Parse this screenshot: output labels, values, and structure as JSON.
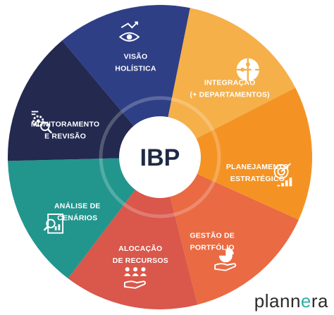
{
  "center": {
    "label": "IBP"
  },
  "segments": [
    {
      "id": "visao",
      "lines": [
        "VISÃO",
        "HOLÍSTICA"
      ],
      "color": "#2f3f86",
      "icon": "chart-eye-icon"
    },
    {
      "id": "integracao",
      "lines": [
        "INTEGRAÇÃO",
        "(+ DEPARTAMENTOS)"
      ],
      "color": "#f5b04a",
      "icon": "puzzle-icon"
    },
    {
      "id": "planejamento",
      "lines": [
        "PLANEJAMENTO",
        "ESTRATÉGICO"
      ],
      "color": "#f49324",
      "icon": "target-chart-icon"
    },
    {
      "id": "gestao",
      "lines": [
        "GESTÃO DE",
        "PORTFÓLIO"
      ],
      "color": "#ea6a43",
      "icon": "hand-pie-chart-icon"
    },
    {
      "id": "alocacao",
      "lines": [
        "ALOCAÇÃO",
        "DE RECURSOS"
      ],
      "color": "#d9574b",
      "icon": "people-hand-icon"
    },
    {
      "id": "analise",
      "lines": [
        "ANÁLISE DE",
        "CENÁRIOS"
      ],
      "color": "#22958d",
      "icon": "document-magnifier-icon"
    },
    {
      "id": "monitoramento",
      "lines": [
        "MONITORAMENTO",
        "E REVISÃO"
      ],
      "color": "#23294f",
      "icon": "settings-magnifier-icon"
    }
  ],
  "brand": {
    "pre": "plann",
    "accent": "e",
    "post": "ra"
  }
}
